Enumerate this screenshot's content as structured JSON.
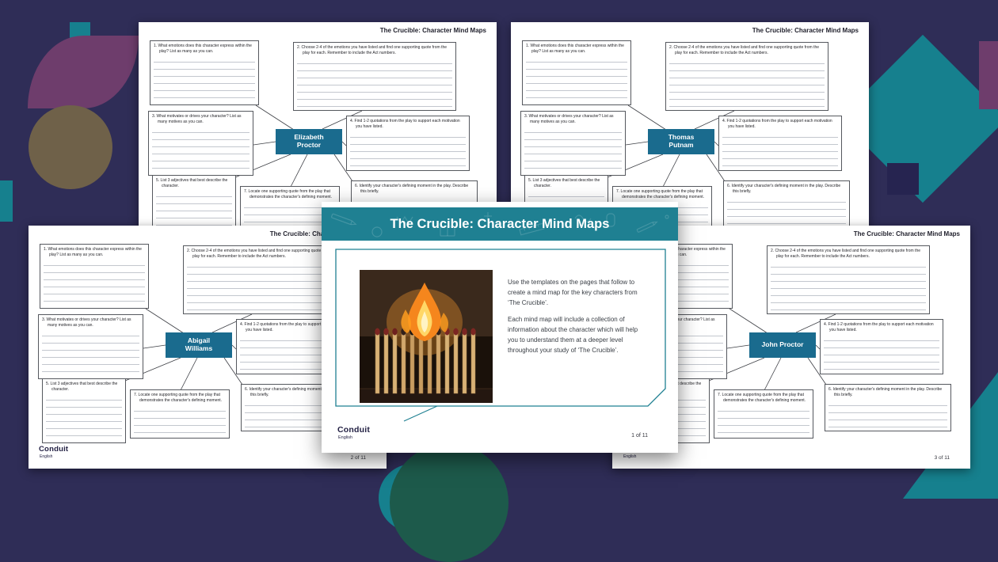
{
  "colors": {
    "background": "#2f2d57",
    "accent_teal": "#1f8092",
    "character_box_teal": "#1a6b8e",
    "decor_purple": "#6e3d6c",
    "decor_olive": "#6f6149",
    "decor_green": "#1d5a4b",
    "brand_navy": "#232144"
  },
  "worksheet": {
    "header": "The Crucible: Character Mind Maps",
    "prompts": {
      "p1": "1.  What emotions does this character express within the play? List as many as you can.",
      "p2": "2.  Choose 2-4 of the emotions you have listed and find one supporting quote from the play for each. Remember to include the Act numbers.",
      "p3": "3.  What motivates or drives your character? List as many motives as you can.",
      "p4": "4.  Find 1-2 quotations from the play to support each motivation you have listed.",
      "p5": "5.  List 3 adjectives that best describe the character.",
      "p6": "6.  Identify your character's defining moment in the play. Describe this briefly.",
      "p7": "7.  Locate one supporting quote from the play that demonstrates the character's defining moment."
    }
  },
  "pages": {
    "top_left": {
      "character": "Elizabeth\nProctor"
    },
    "top_right": {
      "character": "Thomas\nPutnam"
    },
    "bottom_left": {
      "character": "Abigail\nWilliams",
      "page_number": "2 of 11"
    },
    "bottom_right": {
      "character": "John Proctor",
      "page_number": "3 of 11"
    }
  },
  "cover": {
    "title": "The Crucible: Character Mind Maps",
    "paragraph1": "Use the templates on the pages that follow to create a mind map for the key characters from ‘The Crucible’.",
    "paragraph2": "Each mind map will include a collection of information about the character which will help you to understand them at a deeper level throughout your study of ‘The Crucible’.",
    "page_number": "1 of 11"
  },
  "brand": {
    "name": "Conduit",
    "subtitle": "English"
  }
}
